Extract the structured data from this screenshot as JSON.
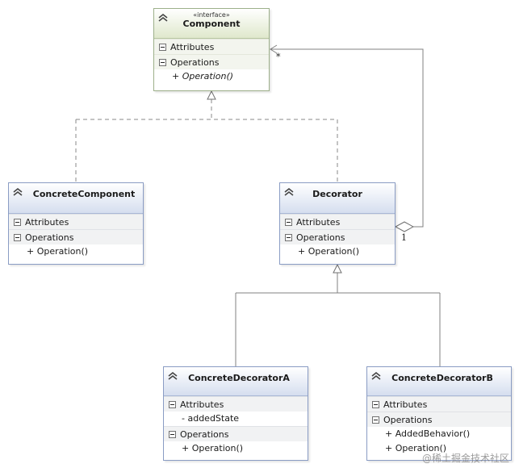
{
  "component": {
    "stereotype": "«interface»",
    "name": "Component",
    "attributes_label": "Attributes",
    "operations_label": "Operations",
    "operations": [
      "+ Operation()"
    ]
  },
  "concrete_component": {
    "name": "ConcreteComponent",
    "attributes_label": "Attributes",
    "operations_label": "Operations",
    "operations": [
      "+ Operation()"
    ]
  },
  "decorator": {
    "name": "Decorator",
    "attributes_label": "Attributes",
    "operations_label": "Operations",
    "operations": [
      "+ Operation()"
    ]
  },
  "concrete_decorator_a": {
    "name": "ConcreteDecoratorA",
    "attributes_label": "Attributes",
    "attributes": [
      "- addedState"
    ],
    "operations_label": "Operations",
    "operations": [
      "+ Operation()"
    ]
  },
  "concrete_decorator_b": {
    "name": "ConcreteDecoratorB",
    "attributes_label": "Attributes",
    "operations_label": "Operations",
    "operations": [
      "+ AddedBehavior()",
      "+ Operation()"
    ]
  },
  "aggregation": {
    "target_multiplicity": "*",
    "source_multiplicity": "1"
  },
  "watermark": "@稀土掘金技术社区",
  "colors": {
    "class_border": "#8a9cc4",
    "interface_border": "#9db08a",
    "connector": "#808080"
  },
  "icons": {
    "collapse": "double-chevron-up-icon",
    "section_toggle": "minus-box-icon"
  }
}
